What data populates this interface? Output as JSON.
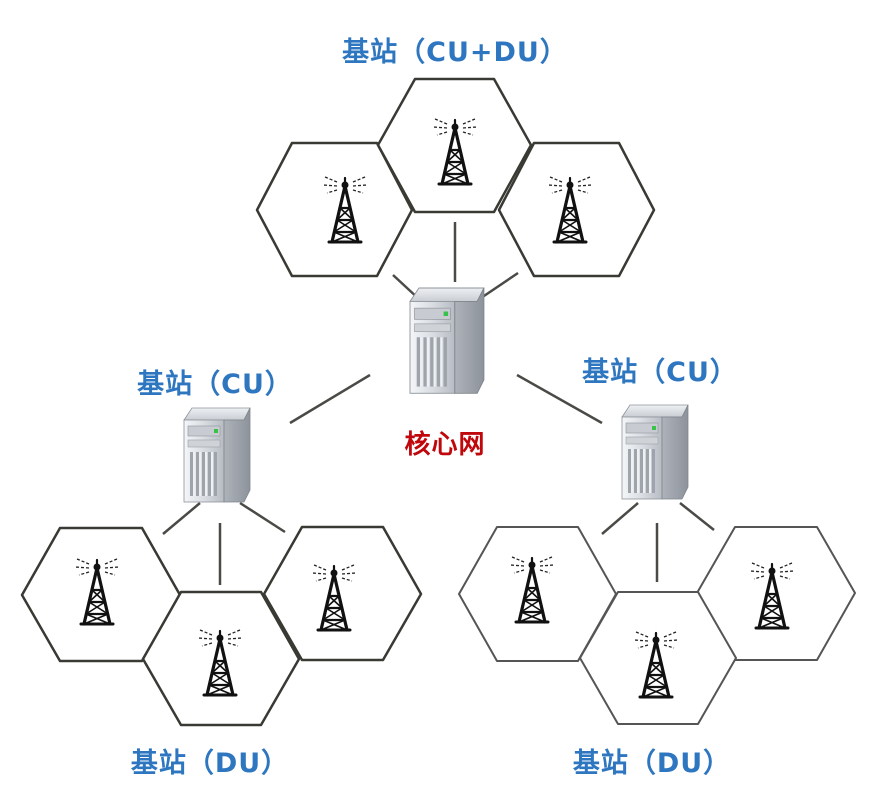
{
  "labels": {
    "top_station": "基站（CU+DU）",
    "left_cu": "基站（CU）",
    "right_cu": "基站（CU）",
    "core_network": "核心网",
    "left_du": "基站（DU）",
    "right_du": "基站（DU）"
  },
  "colors": {
    "label_blue": "#2e77c0",
    "core_red": "#c0080c",
    "hex_stroke_dark": "#3a3a34",
    "hex_stroke_light": "#555555",
    "line": "#4a4a46"
  },
  "icons": [
    "cell-tower-icon",
    "server-icon"
  ]
}
